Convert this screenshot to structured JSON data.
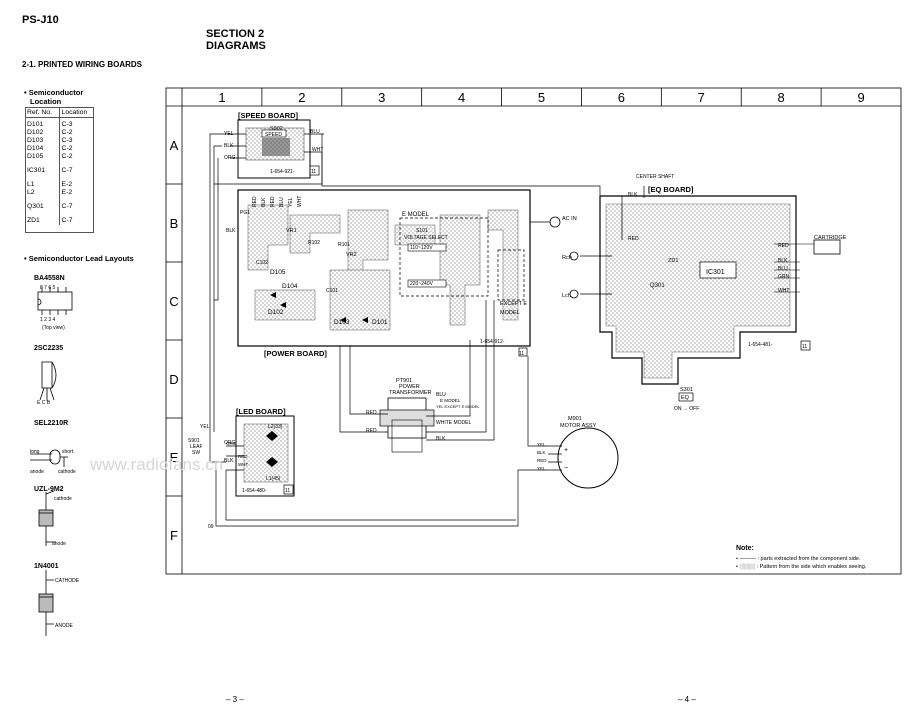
{
  "header": {
    "model": "PS-J10",
    "section_title": "SECTION 2",
    "section_subtitle": "DIAGRAMS",
    "subsection": "2-1. PRINTED WIRING BOARDS"
  },
  "semiconductor_location": {
    "title_line1": "• Semiconductor",
    "title_line2": "Location",
    "col_ref": "Ref. No.",
    "col_loc": "Location",
    "groups": [
      {
        "refs": [
          "D101",
          "D102",
          "D103",
          "D104",
          "D105"
        ],
        "locs": [
          "C-3",
          "C-2",
          "C-3",
          "C-2",
          "C-2"
        ]
      },
      {
        "refs": [
          "IC301"
        ],
        "locs": [
          "C-7"
        ]
      },
      {
        "refs": [
          "L1",
          "L2"
        ],
        "locs": [
          "E-2",
          "E-2"
        ]
      },
      {
        "refs": [
          "Q301"
        ],
        "locs": [
          "C-7"
        ]
      },
      {
        "refs": [
          "ZD1"
        ],
        "locs": [
          "C-7"
        ]
      }
    ]
  },
  "lead_layouts": {
    "title": "• Semiconductor Lead Layouts",
    "parts": [
      {
        "name": "BA4558N",
        "pins_top": "8  7  6  5",
        "pins_bottom": "1  2  3  4",
        "note": "(Top view)"
      },
      {
        "name": "2SC2235",
        "pins": "E  C  B"
      },
      {
        "name": "SEL2210R",
        "long": "long",
        "short": "short",
        "anode": "anode",
        "cathode": "cathode"
      },
      {
        "name": "UZL-9M2",
        "cathode": "cathode",
        "anode": "anode"
      },
      {
        "name": "1N4001",
        "cathode": "CATHODE",
        "anode": "ANODE"
      }
    ]
  },
  "grid": {
    "columns": [
      "1",
      "2",
      "3",
      "4",
      "5",
      "6",
      "7",
      "8",
      "9"
    ],
    "rows": [
      "A",
      "B",
      "C",
      "D",
      "E",
      "F"
    ]
  },
  "boards": {
    "speed": {
      "title": "[SPEED BOARD]",
      "part_no": "1-654-921-",
      "sub": "11",
      "switch": "S902",
      "switch_label": "SPEED",
      "wires": [
        "YEL",
        "BLK",
        "ORG",
        "BLU",
        "WHT"
      ]
    },
    "power": {
      "title": "[POWER BOARD]",
      "part_no": "1-654-912-",
      "sub": "11",
      "connector": "PG1",
      "pins": [
        "RED",
        "BLK",
        "RED",
        "BLU",
        "YEL",
        "WHT"
      ],
      "vr": [
        "VR1",
        "VR2"
      ],
      "parts": [
        "D105",
        "D104",
        "D102",
        "D103",
        "D101",
        "C101",
        "C102",
        "R102",
        "R101"
      ],
      "model_e": "E MODEL",
      "s101": "S101",
      "voltage_select": "VOLTAGE SELECT",
      "v1": "110~120V",
      "v2": "220~240V",
      "except_e": "EXCEPT E",
      "model": "MODEL",
      "ac_in": "AC IN",
      "blk": "BLK"
    },
    "eq": {
      "title": "[EQ BOARD]",
      "part_no": "1-654-481-",
      "sub": "11",
      "center_shaft": "CENTER SHAFT",
      "ic": "IC301",
      "q": "Q301",
      "zd": "ZD1",
      "cartridge": "CARTRIDGE",
      "rch": "Rch",
      "lch": "Lch",
      "wires": [
        "RED",
        "BLK",
        "BLU",
        "GRN",
        "WHT"
      ],
      "s301": "S301",
      "eq": "EQ",
      "on_off": "ON → OFF",
      "blk": "BLK",
      "red": "RED"
    },
    "led": {
      "title": "[LED BOARD]",
      "part_no": "1-654-480-",
      "sub": "11",
      "l2": "L2(33)",
      "l1": "L1(45)",
      "wires": [
        "RED",
        "ORG",
        "WHT"
      ]
    },
    "transformer": {
      "ref": "PT901",
      "line1": "POWER",
      "line2": "TRANSFORMER",
      "blu": "BLU",
      "e_model": "E MODEL",
      "yel_except": "YEL EXCEPT E MODEL",
      "red1": "RED",
      "red2": "RED",
      "white_model": "WHITE MODEL",
      "blk": "BLK"
    },
    "motor": {
      "ref": "M901",
      "name": "MOTOR ASSY",
      "wires": [
        "YEL",
        "BLK",
        "RED",
        "YEL"
      ]
    },
    "leaf_sw": {
      "ref": "S901",
      "l1": "LEAF",
      "l2": "SW",
      "org": "ORG",
      "yel": "YEL",
      "blk": "BLK"
    },
    "misc_label": "09"
  },
  "watermark": "www.radiofans.cn",
  "note": {
    "title": "Note:",
    "line1": "• ——— : parts extracted from the component side.",
    "line2": "• ░░░░ : Pattern from the side which enables seeing."
  },
  "pages": {
    "left": "– 3 –",
    "right": "– 4 –"
  }
}
